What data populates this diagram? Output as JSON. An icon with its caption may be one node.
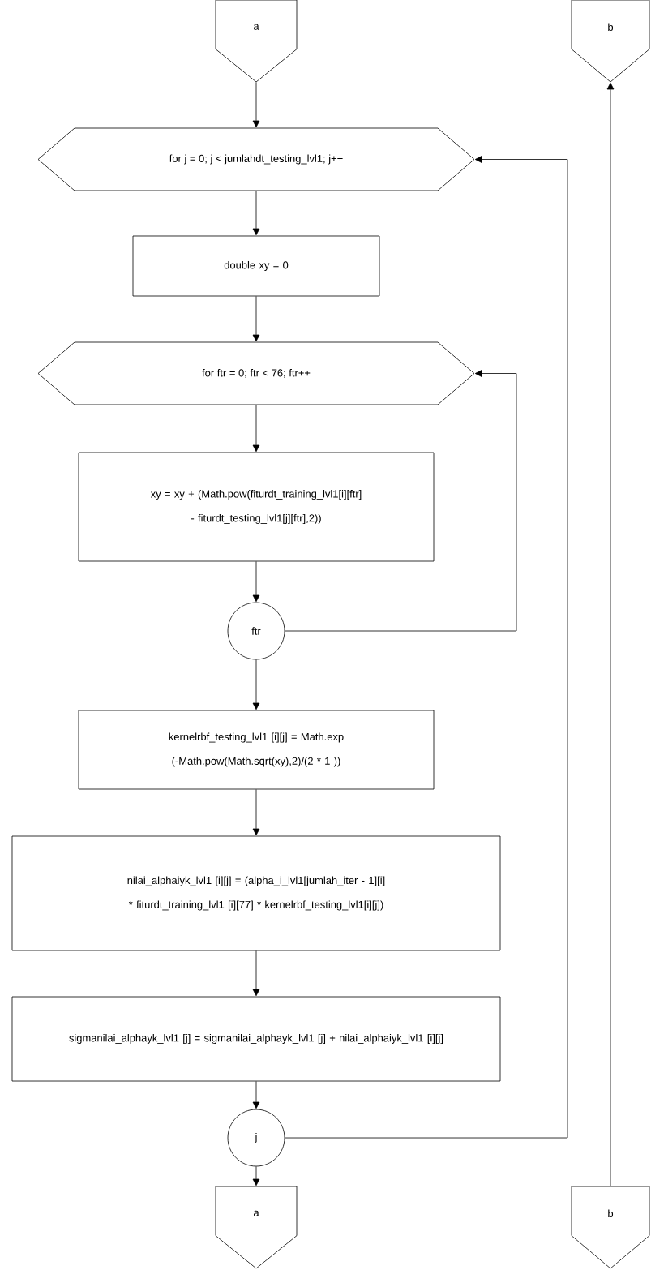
{
  "diagram": {
    "nodes": [
      {
        "text": [
          "a"
        ]
      },
      {
        "text": [
          "b"
        ]
      },
      {
        "text": [
          "for j = 0; j < jumlahdt_testing_lvl1; j++"
        ]
      },
      {
        "text": [
          "double xy = 0"
        ]
      },
      {
        "text": [
          "for ftr = 0; ftr < 76; ftr++"
        ]
      },
      {
        "text": [
          "xy = xy + (Math.pow(fiturdt_training_lvl1[i][ftr] - fiturdt_testing_lvl1[j][ftr],2))"
        ]
      },
      {
        "text": [
          "ftr"
        ]
      },
      {
        "text": [
          "kernelrbf_testing_lvl1 [i][j] = Math.exp (-Math.pow(Math.sqrt(xy),2)/(2 * 1 ))"
        ]
      },
      {
        "text": [
          "nilai_alphaiyk_lvl1 [i][j] = (alpha_i_lvl1[jumlah_iter - 1][i] * fiturdt_training_lvl1 [i][77] * kernelrbf_testing_lvl1[i][j])"
        ]
      },
      {
        "text": [
          "sigmanilai_alphayk_lvl1 [j] = sigmanilai_alphayk_lvl1 [j] + nilai_alphaiyk_lvl1 [i][j]"
        ]
      },
      {
        "text": [
          "j"
        ]
      },
      {
        "text": [
          "a"
        ]
      },
      {
        "text": [
          "b"
        ]
      }
    ],
    "edges": [
      {
        "from": 0,
        "to": 2,
        "arrow": "to"
      },
      {
        "from": 2,
        "to": 3,
        "arrow": "to"
      },
      {
        "from": 3,
        "to": 4,
        "arrow": "to"
      },
      {
        "from": 4,
        "to": 5,
        "arrow": "to"
      },
      {
        "from": 5,
        "to": 6,
        "arrow": "to"
      },
      {
        "from": 6,
        "to": 7,
        "arrow": "to"
      },
      {
        "from": 7,
        "to": 8,
        "arrow": "to"
      },
      {
        "from": 8,
        "to": 9,
        "arrow": "to"
      },
      {
        "from": 9,
        "to": 10,
        "arrow": "to"
      },
      {
        "from": 10,
        "to": 11,
        "arrow": "to"
      },
      {
        "from": 6,
        "to": 4,
        "arrow": "to"
      },
      {
        "from": 10,
        "to": 2,
        "arrow": "to"
      },
      {
        "from": 12,
        "to": 1,
        "arrow": "to"
      }
    ]
  }
}
